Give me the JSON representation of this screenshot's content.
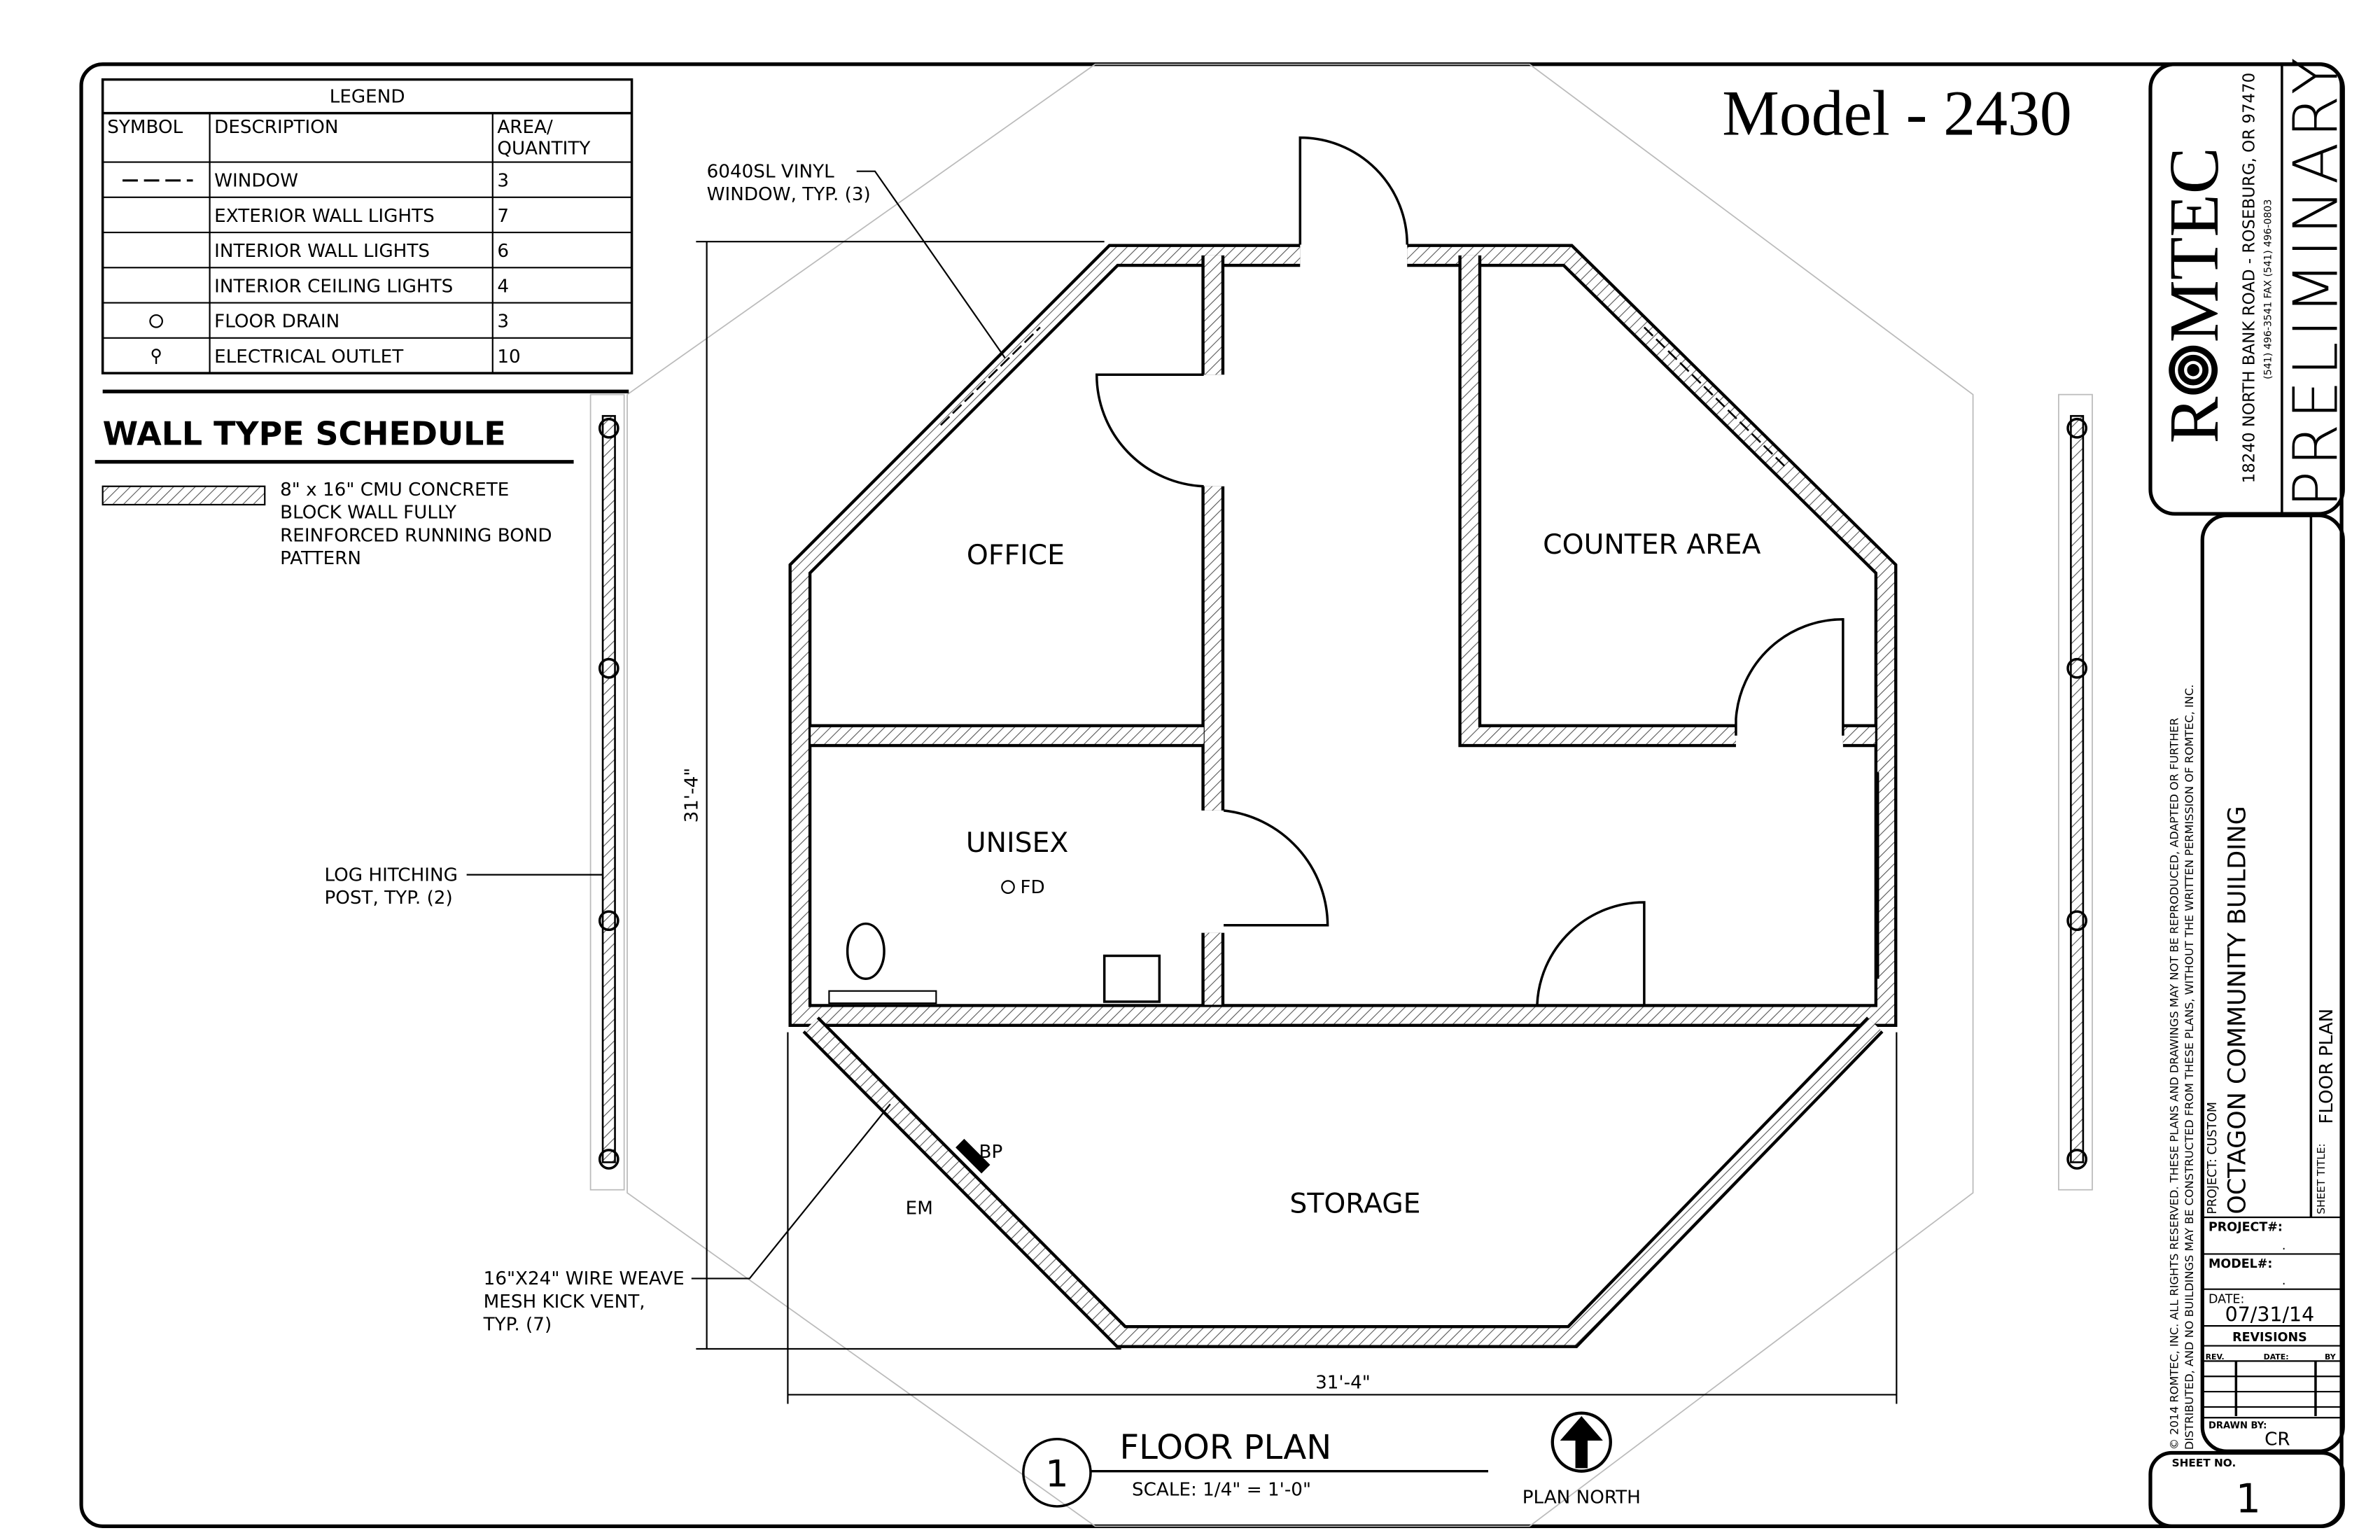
{
  "model_title": "Model - 2430",
  "legend": {
    "title": "LEGEND",
    "headers": [
      "SYMBOL",
      "DESCRIPTION",
      "AREA/",
      "QUANTITY"
    ],
    "rows": [
      {
        "symbol": "dashed-line",
        "description": "WINDOW",
        "quantity": "3"
      },
      {
        "symbol": "",
        "description": "EXTERIOR WALL LIGHTS",
        "quantity": "7"
      },
      {
        "symbol": "",
        "description": "INTERIOR WALL LIGHTS",
        "quantity": "6"
      },
      {
        "symbol": "",
        "description": "INTERIOR CEILING LIGHTS",
        "quantity": "4"
      },
      {
        "symbol": "floor-drain-icon",
        "description": "FLOOR DRAIN",
        "quantity": "3"
      },
      {
        "symbol": "electrical-outlet-icon",
        "description": "ELECTRICAL OUTLET",
        "quantity": "10"
      }
    ]
  },
  "wall_schedule": {
    "title": "WALL TYPE SCHEDULE",
    "lines": [
      "8\" x 16\" CMU CONCRETE",
      "BLOCK WALL FULLY",
      "REINFORCED RUNNING BOND",
      "PATTERN"
    ]
  },
  "notes": {
    "window": [
      "6040SL VINYL",
      "WINDOW, TYP. (3)"
    ],
    "hitching": [
      "LOG HITCHING",
      "POST, TYP. (2)"
    ],
    "vent": [
      "16\"X24\" WIRE WEAVE",
      "MESH KICK VENT,",
      "TYP. (7)"
    ],
    "bp": "BP",
    "em": "EM",
    "fd": "FD"
  },
  "rooms": {
    "office": "OFFICE",
    "counter": "COUNTER AREA",
    "unisex": "UNISEX",
    "storage": "STORAGE"
  },
  "dimensions": {
    "width": "31'-4\"",
    "height": "31'-4\""
  },
  "plan_label": {
    "number": "1",
    "title": "FLOOR PLAN",
    "scale": "SCALE:  1/4\" = 1'-0\"",
    "north": "PLAN NORTH"
  },
  "title_block": {
    "company_left": "R",
    "company_right": "MTEC",
    "address": "18240 NORTH BANK ROAD - ROSEBURG, OR 97470",
    "phone": "(541) 496-3541     FAX (541) 496-0803",
    "status": "PRELIMINARY",
    "copyright_1": "© 2014 ROMTEC, INC.  ALL RIGHTS RESERVED.  THESE PLANS AND DRAWINGS MAY NOT BE REPRODUCED, ADAPTED OR FURTHER",
    "copyright_2": "DISTRIBUTED, AND NO BUILDINGS MAY BE CONSTRUCTED FROM THESE PLANS, WITHOUT THE WRITTEN PERMISSION OF ROMTEC, INC.",
    "project_label": "PROJECT: CUSTOM",
    "project_name": "OCTAGON COMMUNITY BUILDING",
    "sheet_title_label": "SHEET TITLE:",
    "sheet_title": "FLOOR PLAN",
    "project_no_label": "PROJECT#:",
    "project_no": ".",
    "model_no_label": "MODEL#:",
    "model_no": ".",
    "date_label": "DATE:",
    "date": "07/31/14",
    "revisions_label": "REVISIONS",
    "rev_headers": [
      "REV.",
      "DATE:",
      "BY"
    ],
    "drawn_by_label": "DRAWN BY:",
    "drawn_by": "CR",
    "sheet_no_label": "SHEET NO.",
    "sheet_no": "1"
  }
}
